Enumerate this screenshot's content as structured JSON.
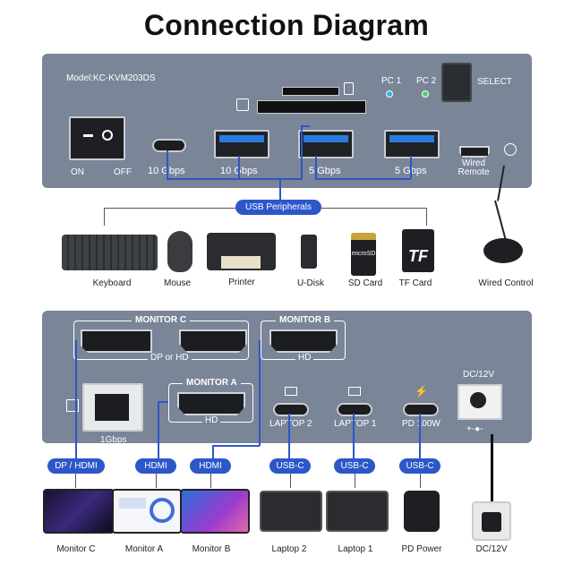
{
  "title": "Connection Diagram",
  "top_panel": {
    "model": "Model:KC-KVM203DS",
    "pc1": "PC 1",
    "pc2": "PC 2",
    "select": "SELECT",
    "on": "ON",
    "off": "OFF",
    "speeds": [
      "10 Gbps",
      "10 Gbps",
      "5 Gbps",
      "5 Gbps"
    ],
    "wired_remote": [
      "Wired",
      "Remote"
    ],
    "pc1_color": "#3ab0e8",
    "pc2_color": "#49d46a"
  },
  "usb_peripherals_label": "USB Peripherals",
  "peripherals": [
    "Keyboard",
    "Mouse",
    "Printer",
    "U-Disk",
    "SD Card",
    "TF Card",
    "Wired Control"
  ],
  "sd_card_text": "microSD",
  "tf_card_text": "TF",
  "bottom_panel": {
    "monitor_c": "MONITOR C",
    "monitor_b": "MONITOR B",
    "monitor_a": "MONITOR A",
    "dp_or_hd": "DP or HD",
    "hd": "HD",
    "lan": "1Gbps",
    "laptop2": "LAPTOP 2",
    "laptop1": "LAPTOP 1",
    "pd": "PD 100W",
    "dc": "DC/12V"
  },
  "tags": [
    "DP / HDMI",
    "HDMI",
    "HDMI",
    "USB-C",
    "USB-C",
    "USB-C"
  ],
  "devices": [
    "Monitor C",
    "Monitor A",
    "Monitor B",
    "Laptop 2",
    "Laptop 1",
    "PD Power",
    "DC/12V"
  ],
  "accent_color": "#2d56c9"
}
